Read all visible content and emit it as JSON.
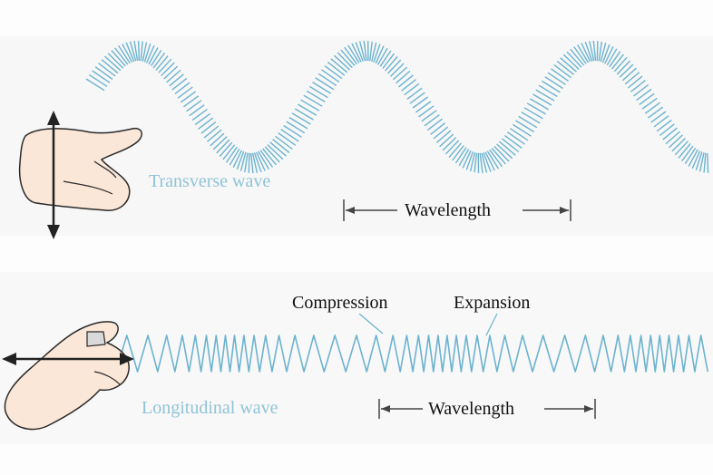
{
  "labels": {
    "transverse_wave": "Transverse wave",
    "longitudinal_wave": "Longitudinal wave",
    "wavelength_top": "Wavelength",
    "wavelength_bottom": "Wavelength",
    "compression": "Compression",
    "expansion": "Expansion"
  },
  "colors": {
    "spring": "#6cb3cf",
    "spring_dark": "#4f9cbc",
    "label_blue": "#8fc3d6",
    "hand_fill": "#fbe7d8",
    "hand_outline": "#2a2a2a",
    "arrow": "#222222",
    "dim_line": "#444444"
  },
  "icons": {
    "transverse_hand": "hand-up-down-icon",
    "longitudinal_hand": "hand-pinch-icon"
  }
}
